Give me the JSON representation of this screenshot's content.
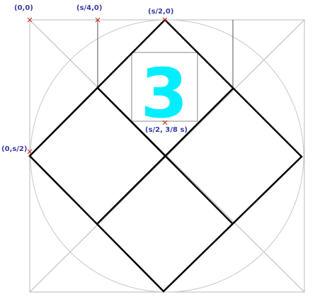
{
  "labels": {
    "origin": "(0,0)",
    "quarter_top": "(s/4,0)",
    "half_top": "(s/2,0)",
    "left_mid": "(0,s/2)",
    "center_point": "(s/2, 3/8 s)"
  },
  "digit": "3",
  "colors": {
    "label": "#3a3aa8",
    "marker": "#cc2222",
    "digit": "#00eeff",
    "guide": "#b8b8b8",
    "shape": "#000000"
  }
}
